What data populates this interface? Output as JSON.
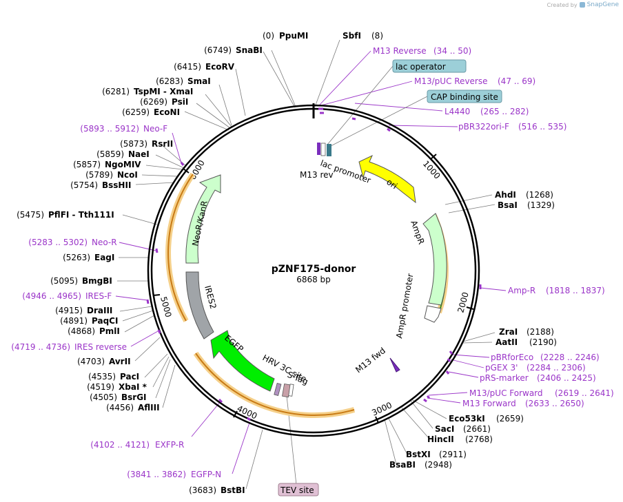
{
  "credit": {
    "prefix": "Created by",
    "brand": "SnapGene",
    "icon": "snapgene-logo-icon"
  },
  "plasmid": {
    "name": "pZNF175-donor",
    "length_label": "6868 bp"
  },
  "colors": {
    "primer": "#9a34c8",
    "ori": "#ffff00",
    "ampr": "#ccffcc",
    "neo": "#ccffcc",
    "egfp": "#00ee00",
    "ires": "#a0a4a8",
    "orf": "#f5a623",
    "box_fill": "#9ccfd8"
  },
  "ticks": [
    "1000",
    "2000",
    "3000",
    "4000",
    "5000",
    "6000"
  ],
  "enzymes": [
    {
      "id": "ppumi",
      "name": "PpuMI",
      "pos": "(0)"
    },
    {
      "id": "sbfi",
      "name": "SbfI",
      "pos": "(8)"
    },
    {
      "id": "snabi",
      "name": "SnaBI",
      "pos": "(6749)"
    },
    {
      "id": "ecorv",
      "name": "EcoRV",
      "pos": "(6415)"
    },
    {
      "id": "smai",
      "name": "SmaI",
      "pos": "(6283)"
    },
    {
      "id": "tspmi",
      "name": "TspMI - XmaI",
      "pos": "(6281)"
    },
    {
      "id": "psii",
      "name": "PsiI",
      "pos": "(6269)"
    },
    {
      "id": "econi",
      "name": "EcoNI",
      "pos": "(6259)"
    },
    {
      "id": "rsrii",
      "name": "RsrII",
      "pos": "(5873)"
    },
    {
      "id": "naei",
      "name": "NaeI",
      "pos": "(5859)"
    },
    {
      "id": "ngomiv",
      "name": "NgoMIV",
      "pos": "(5857)"
    },
    {
      "id": "ncoi",
      "name": "NcoI",
      "pos": "(5789)"
    },
    {
      "id": "bsshii",
      "name": "BssHII",
      "pos": "(5754)"
    },
    {
      "id": "pflfi",
      "name": "PflFI - Tth111I",
      "pos": "(5475)"
    },
    {
      "id": "eagi",
      "name": "EagI",
      "pos": "(5263)"
    },
    {
      "id": "bmgbi",
      "name": "BmgBI",
      "pos": "(5095)"
    },
    {
      "id": "draiii",
      "name": "DraIII",
      "pos": "(4915)"
    },
    {
      "id": "paqci",
      "name": "PaqCI",
      "pos": "(4891)"
    },
    {
      "id": "pmli",
      "name": "PmlI",
      "pos": "(4868)"
    },
    {
      "id": "avrii",
      "name": "AvrII",
      "pos": "(4703)"
    },
    {
      "id": "paci",
      "name": "PacI",
      "pos": "(4535)"
    },
    {
      "id": "xbai",
      "name": "XbaI *",
      "pos": "(4519)"
    },
    {
      "id": "bsrgi",
      "name": "BsrGI",
      "pos": "(4505)"
    },
    {
      "id": "aflIII",
      "name": "AflIII",
      "pos": "(4456)"
    },
    {
      "id": "bstbi",
      "name": "BstBI",
      "pos": "(3683)"
    },
    {
      "id": "ahdi",
      "name": "AhdI",
      "pos": "(1268)"
    },
    {
      "id": "bsai",
      "name": "BsaI",
      "pos": "(1329)"
    },
    {
      "id": "zrai",
      "name": "ZraI",
      "pos": "(2188)"
    },
    {
      "id": "aatii",
      "name": "AatII",
      "pos": "(2190)"
    },
    {
      "id": "eco53ki",
      "name": "Eco53kI",
      "pos": "(2659)"
    },
    {
      "id": "saci",
      "name": "SacI",
      "pos": "(2661)"
    },
    {
      "id": "hincii",
      "name": "HincII",
      "pos": "(2768)"
    },
    {
      "id": "bstxi",
      "name": "BstXI",
      "pos": "(2911)"
    },
    {
      "id": "bsabi",
      "name": "BsaBI",
      "pos": "(2948)"
    }
  ],
  "primers": [
    {
      "id": "m13rev",
      "name": "M13 Reverse",
      "range": "(34 .. 50)"
    },
    {
      "id": "m13pucrev",
      "name": "M13/pUC Reverse",
      "range": "(47 .. 69)"
    },
    {
      "id": "l4440",
      "name": "L4440",
      "range": "(265 .. 282)"
    },
    {
      "id": "pbr322ori",
      "name": "pBR322ori-F",
      "range": "(516 .. 535)"
    },
    {
      "id": "ampr",
      "name": "Amp-R",
      "range": "(1818 .. 1837)"
    },
    {
      "id": "pbrforeco",
      "name": "pBRforEco",
      "range": "(2228 .. 2246)"
    },
    {
      "id": "pgex3",
      "name": "pGEX 3'",
      "range": "(2284 .. 2306)"
    },
    {
      "id": "prsmarker",
      "name": "pRS-marker",
      "range": "(2406 .. 2425)"
    },
    {
      "id": "m13pucfwd",
      "name": "M13/pUC Forward",
      "range": "(2619 .. 2641)"
    },
    {
      "id": "m13fwd",
      "name": "M13 Forward",
      "range": "(2633 .. 2650)"
    },
    {
      "id": "neof",
      "name": "Neo-F",
      "range": "(5893 .. 5912)"
    },
    {
      "id": "neor",
      "name": "Neo-R",
      "range": "(5283 .. 5302)"
    },
    {
      "id": "iresf",
      "name": "IRES-F",
      "range": "(4946 .. 4965)"
    },
    {
      "id": "iresrev",
      "name": "IRES reverse",
      "range": "(4719 .. 4736)"
    },
    {
      "id": "exfpr",
      "name": "EXFP-R",
      "range": "(4102 .. 4121)"
    },
    {
      "id": "egfpn",
      "name": "EGFP-N",
      "range": "(3841 .. 3862)"
    }
  ],
  "boxed_features": {
    "lac_operator": "lac operator",
    "cap_site": "CAP binding site",
    "tev_site": "TEV site"
  },
  "features": {
    "lac_promoter": "lac promoter",
    "m13_rev": "M13 rev",
    "ori": "ori",
    "ampr": "AmpR",
    "ampr_promoter": "AmpR promoter",
    "m13_fwd": "M13 fwd",
    "neo_kanr": "NeoR/KanR",
    "ires2": "IRES2",
    "egfp": "EGFP",
    "hrv_3c": "HRV 3C site",
    "s_tag": "S-Tag"
  }
}
